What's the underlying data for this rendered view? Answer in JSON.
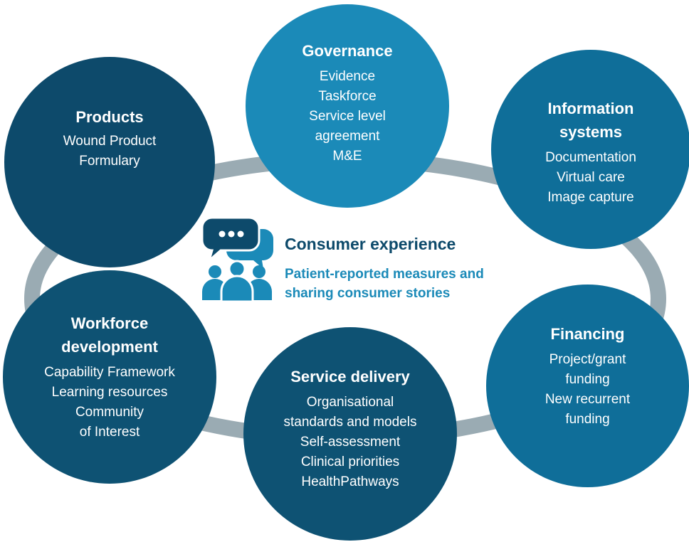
{
  "colors": {
    "ring": "#9aabb3",
    "dark_navy": "#0d4a6b",
    "light_blue": "#1b8ab8",
    "mid_blue": "#0f6e99"
  },
  "center": {
    "icon": "consumer-speech-people-icon",
    "title": "Consumer experience",
    "subtitle_lines": [
      "Patient-reported measures and",
      "sharing consumer stories"
    ]
  },
  "circles": {
    "products": {
      "title": "Products",
      "items": [
        "Wound Product",
        "Formulary"
      ]
    },
    "governance": {
      "title": "Governance",
      "items": [
        "Evidence",
        "Taskforce",
        "Service level",
        "agreement",
        "M&E"
      ]
    },
    "information_systems": {
      "title_lines": [
        "Information",
        "systems"
      ],
      "items": [
        "Documentation",
        "Virtual care",
        "Image capture"
      ]
    },
    "workforce": {
      "title_lines": [
        "Workforce",
        "development"
      ],
      "items": [
        "Capability Framework",
        "Learning resources",
        "Community",
        "of Interest"
      ]
    },
    "service_delivery": {
      "title": "Service delivery",
      "items": [
        "Organisational",
        "standards and models",
        "Self-assessment",
        "Clinical priorities",
        "HealthPathways"
      ]
    },
    "financing": {
      "title": "Financing",
      "items": [
        "Project/grant",
        "funding",
        "New recurrent",
        "funding"
      ]
    }
  }
}
